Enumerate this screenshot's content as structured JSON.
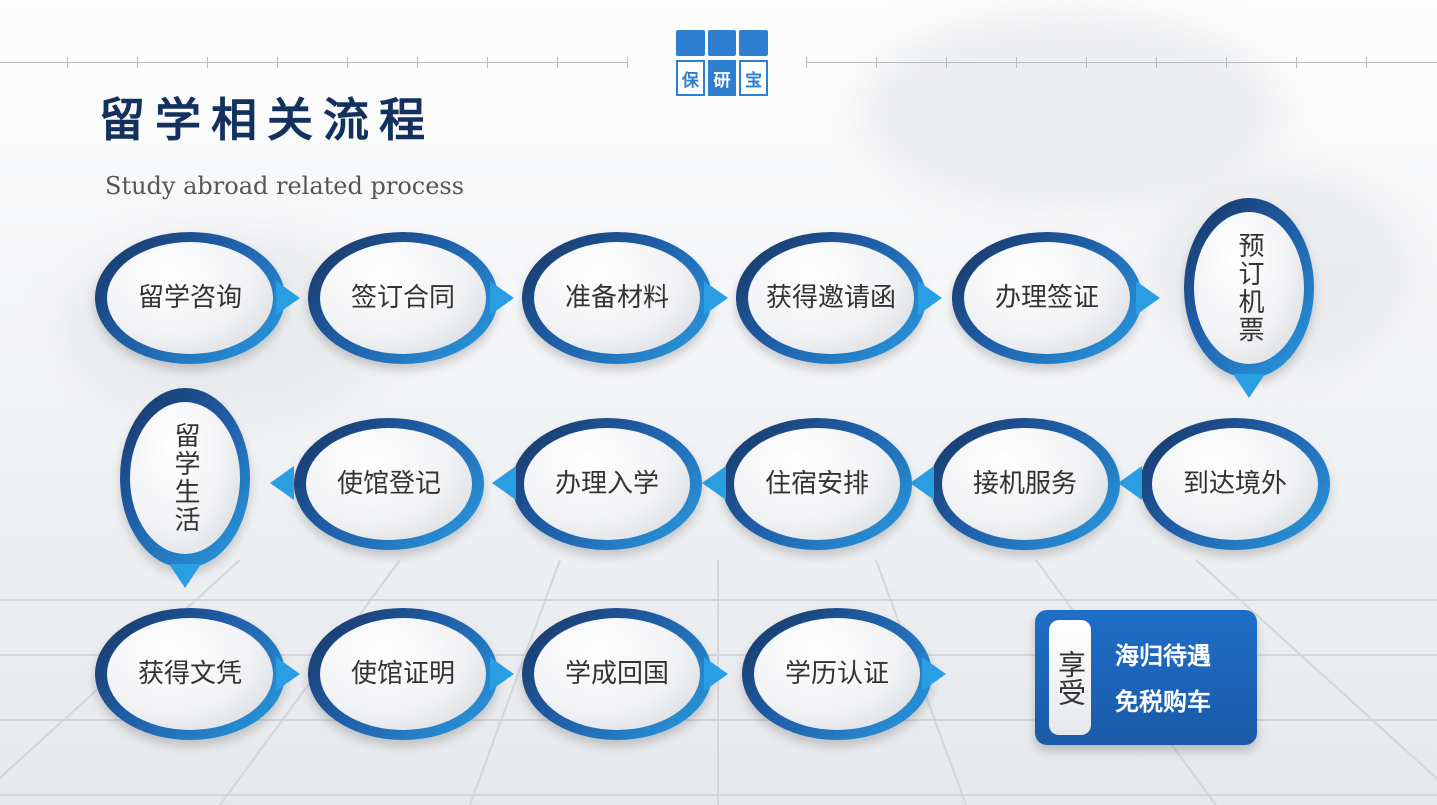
{
  "header": {
    "title": "留学相关流程",
    "subtitle": "Study abroad related process"
  },
  "logo": {
    "chars": [
      "保",
      "研",
      "宝"
    ]
  },
  "flow": {
    "row1": [
      "留学咨询",
      "签订合同",
      "准备材料",
      "获得邀请函",
      "办理签证"
    ],
    "row1_end": "预订机票",
    "row2": [
      "到达境外",
      "接机服务",
      "住宿安排",
      "办理入学",
      "使馆登记"
    ],
    "row2_end": "留学生活",
    "row3": [
      "获得文凭",
      "使馆证明",
      "学成回国",
      "学历认证"
    ]
  },
  "benefit": {
    "tab": "享受",
    "line1": "海归待遇",
    "line2": "免税购车"
  },
  "colors": {
    "title": "#13315c",
    "accent": "#2a9ee3",
    "ring_dark": "#18335f",
    "benefit_bg": "#1f6ec8"
  }
}
